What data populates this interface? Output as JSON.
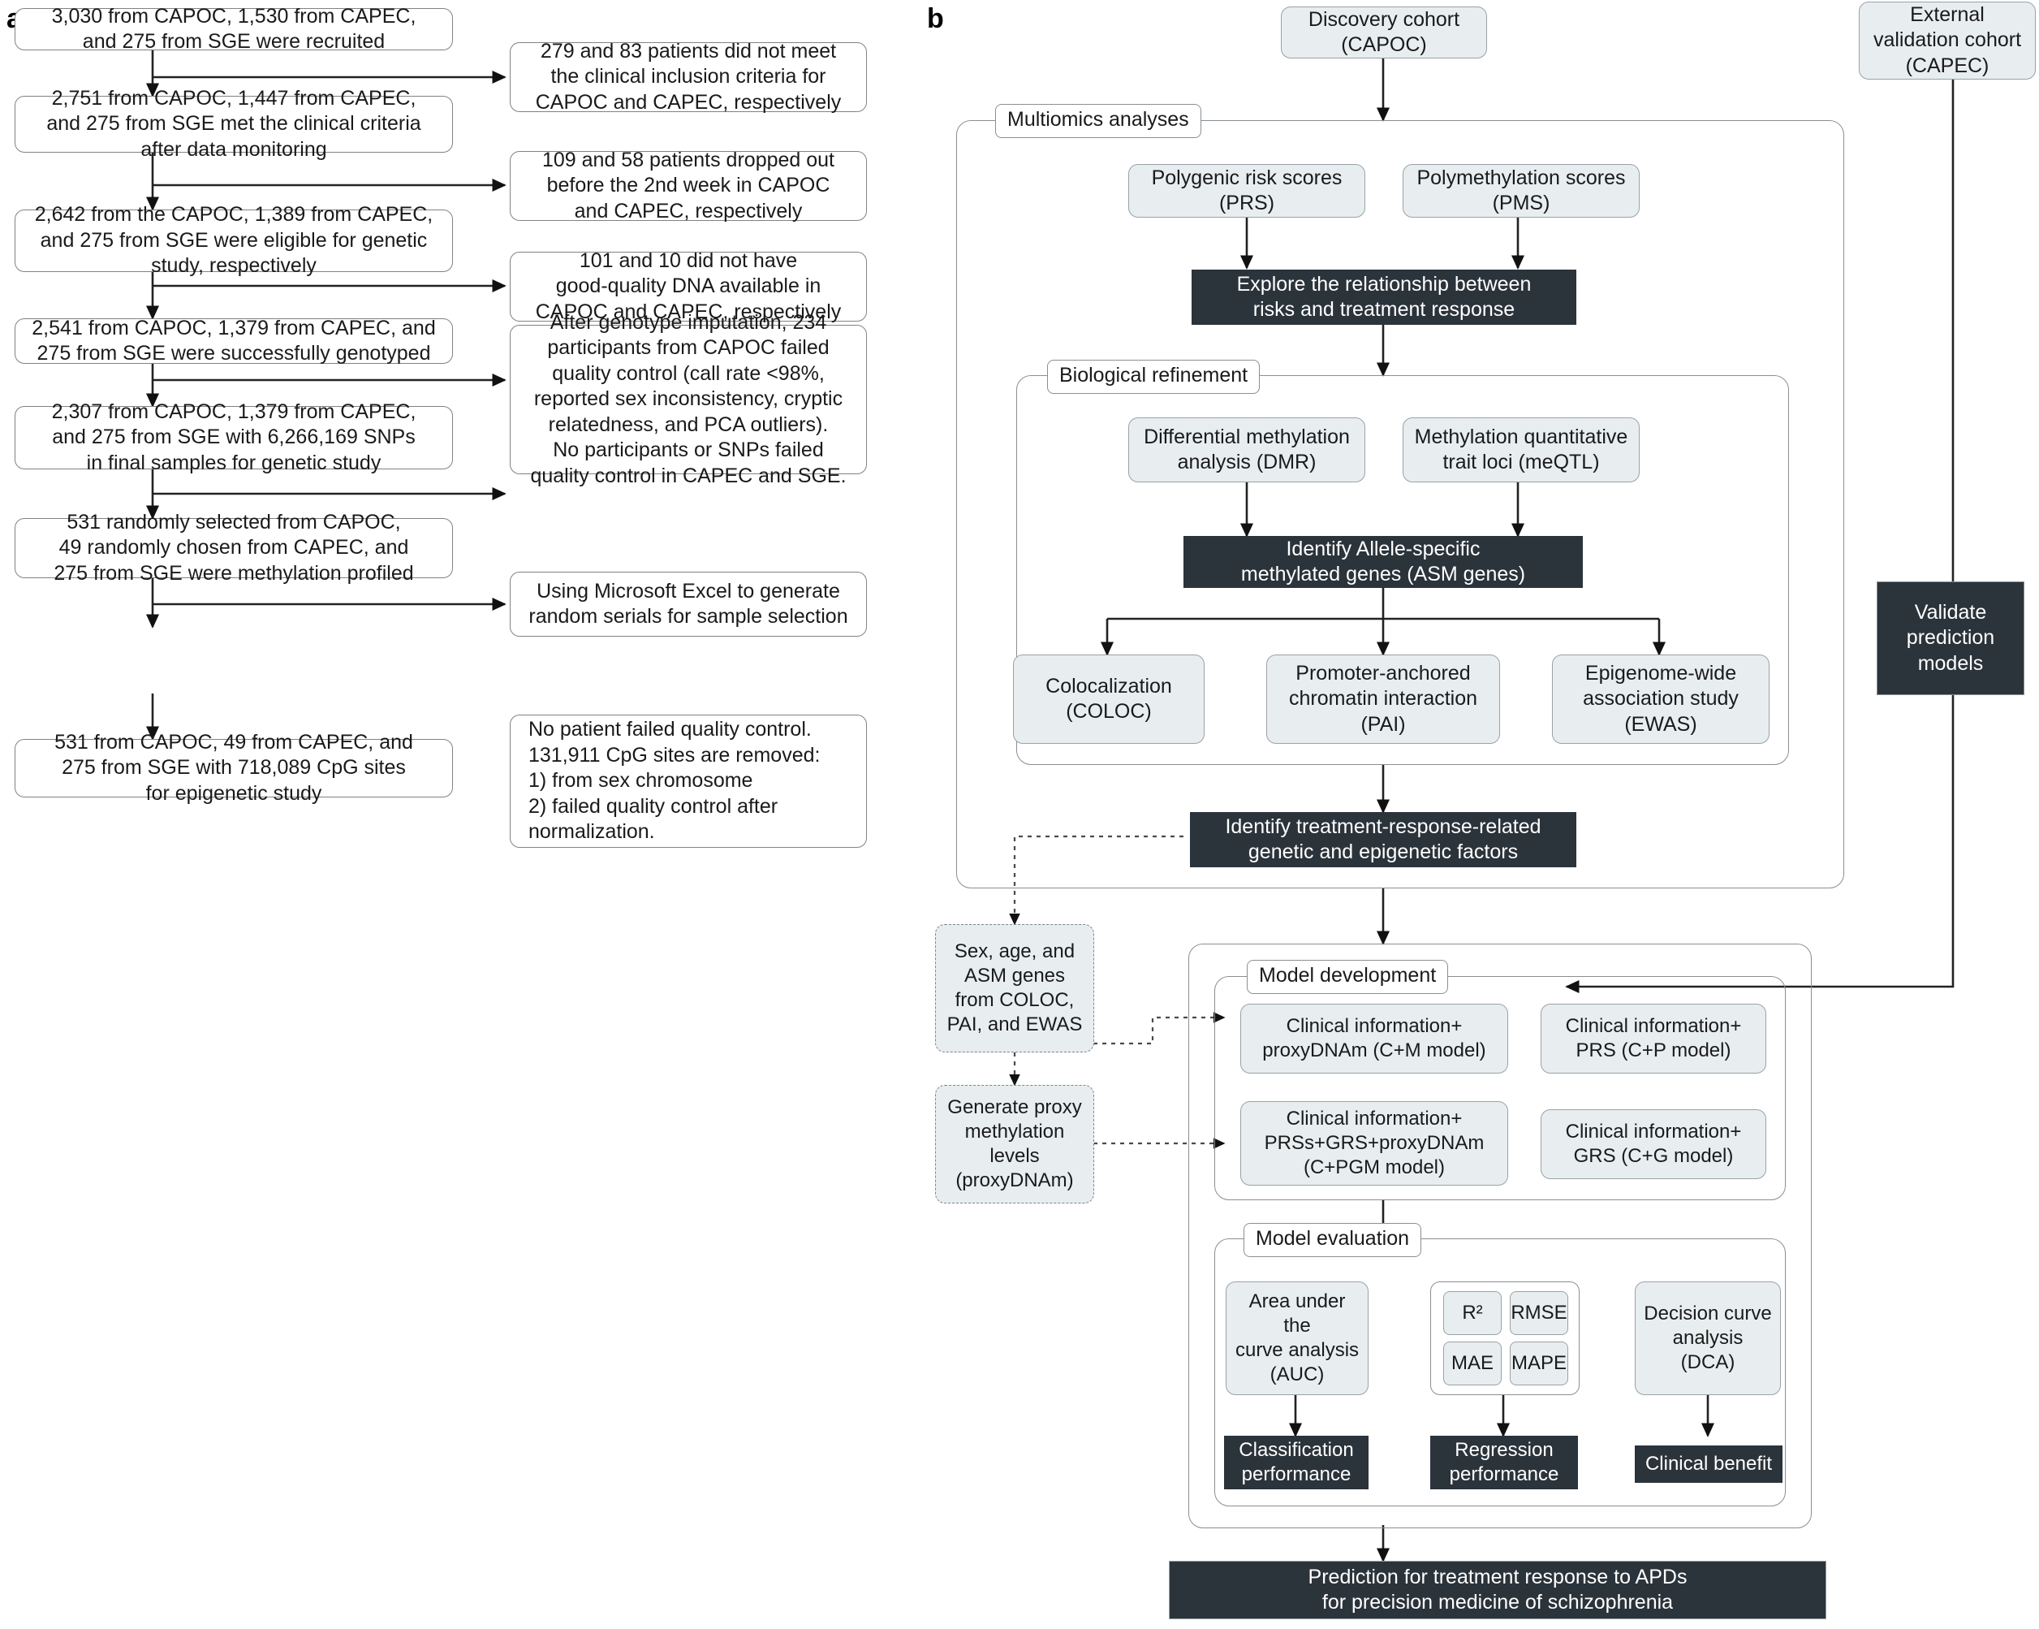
{
  "panels": {
    "a_label": "a",
    "b_label": "b"
  },
  "flowchart_a": {
    "main_steps": [
      "3,030 from CAPOC, 1,530 from CAPEC,\nand 275 from SGE were recruited",
      "2,751 from CAPOC, 1,447 from CAPEC,\nand 275 from SGE met the clinical criteria\nafter data monitoring",
      "2,642 from the CAPOC, 1,389 from CAPEC,\nand 275 from SGE were eligible for genetic\nstudy, respectively",
      "2,541 from CAPOC, 1,379 from CAPEC, and\n275 from SGE were successfully genotyped",
      "2,307 from CAPOC, 1,379 from CAPEC,\nand 275 from SGE with 6,266,169 SNPs\nin final samples for genetic study",
      "531 randomly selected from CAPOC,\n49 randomly chosen from CAPEC, and\n275 from SGE were methylation profiled",
      "531 from CAPOC, 49 from CAPEC, and\n275 from SGE with 718,089 CpG sites\nfor epigenetic study"
    ],
    "side_notes": [
      "279 and 83 patients did not meet\nthe clinical inclusion criteria for\nCAPOC and CAPEC, respectively",
      "109 and 58 patients dropped out\nbefore the 2nd week in CAPOC\nand CAPEC, respectively",
      "101 and 10 did not have\ngood-quality DNA available in\nCAPOC and CAPEC, respectively",
      "After genotype imputation, 234\nparticipants from CAPOC failed\nquality control (call rate <98%,\nreported sex inconsistency, cryptic\nrelatedness, and PCA outliers).\nNo participants or SNPs failed\nquality control in CAPEC and SGE.",
      "Using Microsoft Excel to generate\nrandom serials for sample selection",
      "No patient failed quality control.\n131,911 CpG sites are removed:\n  1) from sex chromosome\n  2) failed quality control after\nnormalization."
    ]
  },
  "flowchart_b": {
    "cohorts": {
      "discovery": "Discovery cohort\n(CAPOC)",
      "external_validation": "External\nvalidation cohort\n(CAPEC)"
    },
    "group_labels": {
      "multiomics": "Multiomics analyses",
      "biological_refinement": "Biological refinement",
      "model_development": "Model development",
      "model_evaluation": "Model evaluation"
    },
    "multiomics": {
      "prs": "Polygenic risk scores\n(PRS)",
      "pms": "Polymethylation scores\n(PMS)",
      "explore": "Explore the relationship between\nrisks and treatment response"
    },
    "biological_refinement": {
      "dmr": "Differential methylation\nanalysis (DMR)",
      "meqtl": "Methylation quantitative\ntrait loci (meQTL)",
      "asm": "Identify Allele-specific\nmethylated genes (ASM genes)",
      "coloc": "Colocalization\n(COLOC)",
      "pai": "Promoter-anchored\nchromatin interaction\n(PAI)",
      "ewas": "Epigenome-wide\nassociation study\n(EWAS)"
    },
    "identify_factors": "Identify treatment-response-related\ngenetic and epigenetic factors",
    "proxy_chain": {
      "features": "Sex, age, and\nASM genes\nfrom COLOC,\nPAI, and EWAS",
      "proxy": "Generate proxy\nmethylation\nlevels\n(proxyDNAm)"
    },
    "models": [
      "Clinical information+\nproxyDNAm (C+M model)",
      "Clinical information+\nPRS (C+P model)",
      "Clinical information+\nPRSs+GRS+proxyDNAm\n(C+PGM model)",
      "Clinical information+\nGRS (C+G model)"
    ],
    "evaluation": {
      "auc": "Area under the\ncurve analysis\n(AUC)",
      "metrics": [
        "R²",
        "RMSE",
        "MAE",
        "MAPE"
      ],
      "dca": "Decision curve\nanalysis (DCA)",
      "outcomes": [
        "Classification\nperformance",
        "Regression\nperformance",
        "Clinical benefit"
      ]
    },
    "validate": "Validate\nprediction\nmodels",
    "final": "Prediction for treatment response to APDs\nfor precision medicine of schizophrenia"
  },
  "colors": {
    "dark_fill": "#2b333b",
    "light_fill": "#e8eef0",
    "border": "#8a8f92",
    "text": "#1a1a1a",
    "dark_text": "#ffffff"
  }
}
